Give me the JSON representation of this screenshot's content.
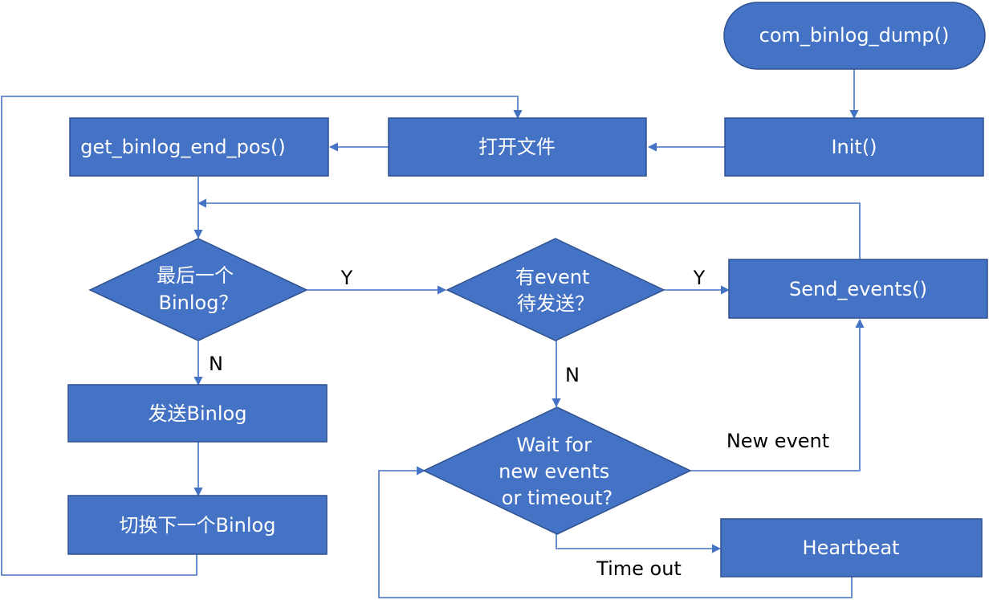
{
  "colors": {
    "node_fill": "#4472C4",
    "node_stroke": "#2F528F",
    "connector": "#4472C4",
    "node_text": "#FFFFFF",
    "label_text": "#000000"
  },
  "nodes": {
    "start": {
      "shape": "terminator",
      "lines": [
        "com_binlog_dump()"
      ]
    },
    "init": {
      "shape": "process",
      "lines": [
        "Init()"
      ]
    },
    "open_file": {
      "shape": "process",
      "lines": [
        "打开文件"
      ]
    },
    "get_end_pos": {
      "shape": "process",
      "lines": [
        "get_binlog_end_pos()"
      ]
    },
    "last_binlog": {
      "shape": "decision",
      "lines": [
        "最后一个",
        "Binlog？"
      ]
    },
    "has_event": {
      "shape": "decision",
      "lines": [
        "有event",
        "待发送？"
      ]
    },
    "send_events": {
      "shape": "process",
      "lines": [
        "Send_events()"
      ]
    },
    "send_binlog": {
      "shape": "process",
      "lines": [
        "发送Binlog"
      ]
    },
    "switch_binlog": {
      "shape": "process",
      "lines": [
        "切换下一个Binlog"
      ]
    },
    "wait": {
      "shape": "decision",
      "lines": [
        "Wait for",
        "new events",
        "or timeout?"
      ]
    },
    "heartbeat": {
      "shape": "process",
      "lines": [
        "Heartbeat"
      ]
    }
  },
  "edge_labels": {
    "last_yes": "Y",
    "event_yes": "Y",
    "last_no": "N",
    "event_no": "N",
    "new_event": "New event",
    "time_out": "Time out"
  }
}
